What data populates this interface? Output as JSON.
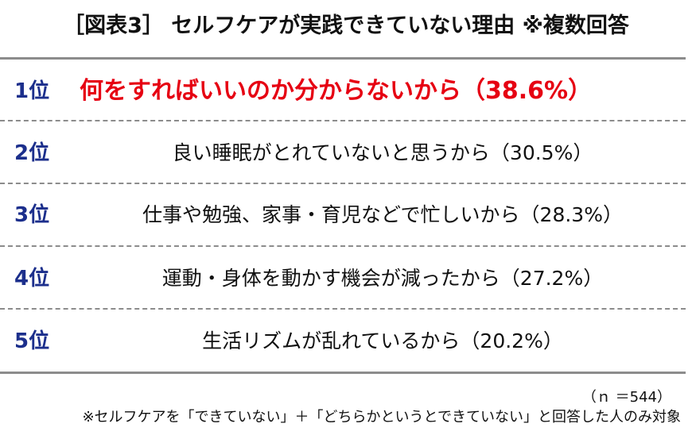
{
  "title": "［図表3］ セルフケアが実践できていない理由 ※複数回答",
  "chart_data": {
    "type": "table",
    "title": "［図表3］ セルフケアが実践できていない理由 ※複数回答",
    "rows": [
      {
        "rank": "1位",
        "reason": "何をすればいいのか分からないから",
        "value": 38.6,
        "value_label": "（38.6%）"
      },
      {
        "rank": "2位",
        "reason": "良い睡眠がとれていないと思うから",
        "value": 30.5,
        "value_label": "（30.5%）"
      },
      {
        "rank": "3位",
        "reason": "仕事や勉強、家事・育児などで忙しいから",
        "value": 28.3,
        "value_label": "（28.3%）"
      },
      {
        "rank": "4位",
        "reason": "運動・身体を動かす機会が減ったから",
        "value": 27.2,
        "value_label": "（27.2%）"
      },
      {
        "rank": "5位",
        "reason": "生活リズムが乱れているから",
        "value": 20.2,
        "value_label": "（20.2%）"
      }
    ],
    "sample_size": "（ｎ ＝544）",
    "footnote": "※セルフケアを「できていない」＋「どちらかというとできていない」と回答した人のみ対象"
  },
  "colors": {
    "rank": "#1c2f8c",
    "highlight": "#e60012",
    "text": "#111111",
    "rule": "#8c8c8c"
  }
}
